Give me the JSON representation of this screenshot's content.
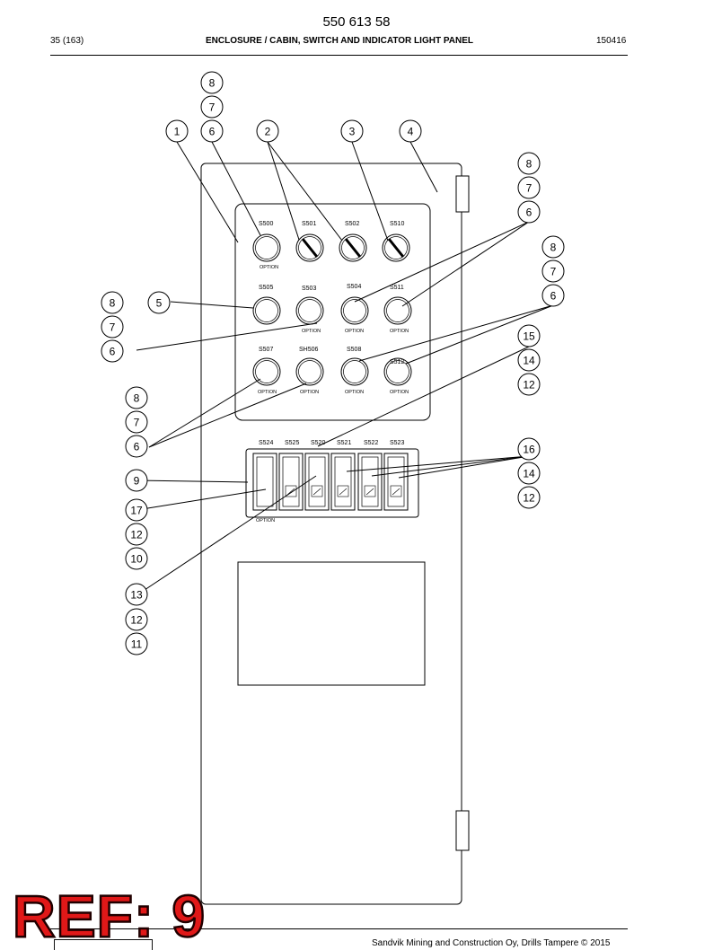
{
  "header": {
    "doc_number": "550 613 58",
    "page": "35 (163)",
    "title": "ENCLOSURE / CABIN, SWITCH AND INDICATOR LIGHT PANEL",
    "date_code": "150416"
  },
  "footer": {
    "copyright": "Sandvik Mining and Construction Oy, Drills Tampere © 2015",
    "ref_stamp": "REF: 9"
  },
  "diagram": {
    "callouts": [
      "1",
      "2",
      "3",
      "4",
      "5",
      "6",
      "7",
      "8",
      "9",
      "10",
      "11",
      "12",
      "13",
      "14",
      "15",
      "16",
      "17"
    ],
    "switch_labels": [
      "S500",
      "S501",
      "S502",
      "S510",
      "S505",
      "S503",
      "S504",
      "S511",
      "S507",
      "SH506",
      "S508",
      "S512"
    ],
    "option_label": "OPTION",
    "rocker_labels": [
      "S524",
      "S525",
      "S520",
      "S521",
      "S522",
      "S523"
    ]
  }
}
